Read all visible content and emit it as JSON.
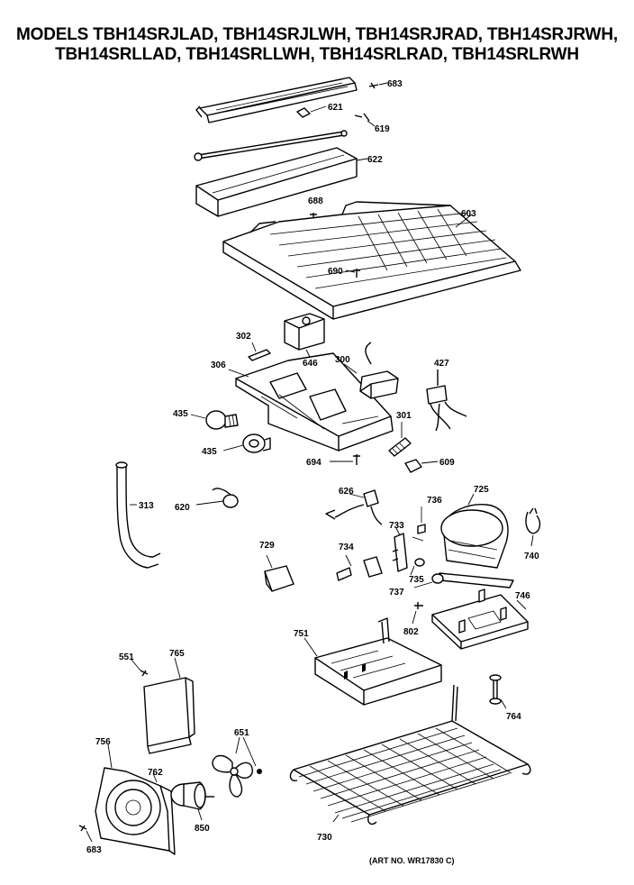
{
  "header": {
    "line1": "MODELS TBH14SRJLAD, TBH14SRJLWH, TBH14SRJRAD, TBH14SRJRWH,",
    "line2": "TBH14SRLLAD, TBH14SRLLWH, TBH14SRLRAD, TBH14SRLRWH"
  },
  "callouts": {
    "p683a": "683",
    "p621": "621",
    "p619": "619",
    "p622": "622",
    "p688": "688",
    "p603": "603",
    "p690": "690",
    "p302": "302",
    "p646": "646",
    "p306": "306",
    "p300": "300",
    "p427": "427",
    "p435a": "435",
    "p435b": "435",
    "p301": "301",
    "p694": "694",
    "p609": "609",
    "p313": "313",
    "p620": "620",
    "p626": "626",
    "p736": "736",
    "p725": "725",
    "p733": "733",
    "p740": "740",
    "p729": "729",
    "p734": "734",
    "p735": "735",
    "p737": "737",
    "p746": "746",
    "p802": "802",
    "p751": "751",
    "p551": "551",
    "p765": "765",
    "p764": "764",
    "p756": "756",
    "p651": "651",
    "p762": "762",
    "p850": "850",
    "p730": "730",
    "p683b": "683"
  },
  "footer": {
    "art_no": "(ART NO. WR17830 C)"
  }
}
